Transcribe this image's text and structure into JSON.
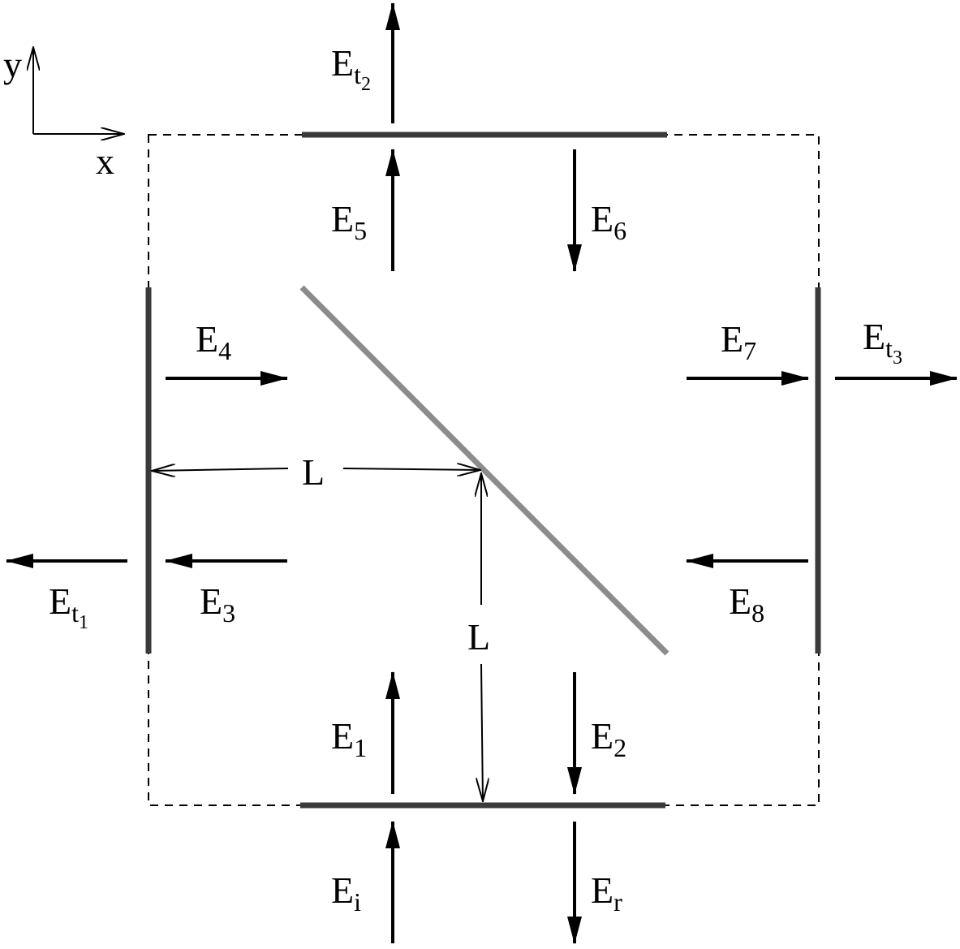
{
  "axes": {
    "x_label": "x",
    "y_label": "y"
  },
  "fields": {
    "Ei": {
      "base": "E",
      "sub": "i"
    },
    "Er": {
      "base": "E",
      "sub": "r"
    },
    "E1": {
      "base": "E",
      "sub": "1"
    },
    "E2": {
      "base": "E",
      "sub": "2"
    },
    "E3": {
      "base": "E",
      "sub": "3"
    },
    "E4": {
      "base": "E",
      "sub": "4"
    },
    "E5": {
      "base": "E",
      "sub": "5"
    },
    "E6": {
      "base": "E",
      "sub": "6"
    },
    "E7": {
      "base": "E",
      "sub": "7"
    },
    "E8": {
      "base": "E",
      "sub": "8"
    },
    "Et1": {
      "base": "E",
      "sub": "t",
      "subsub": "1"
    },
    "Et2": {
      "base": "E",
      "sub": "t",
      "subsub": "2"
    },
    "Et3": {
      "base": "E",
      "sub": "t",
      "subsub": "3"
    }
  },
  "dimensions": {
    "horizontal": "L",
    "vertical": "L"
  },
  "colors": {
    "mirror": "#3a3a3a",
    "beam_splitter": "#8c8c8c",
    "arrow": "#000000",
    "boundary": "#000000"
  }
}
